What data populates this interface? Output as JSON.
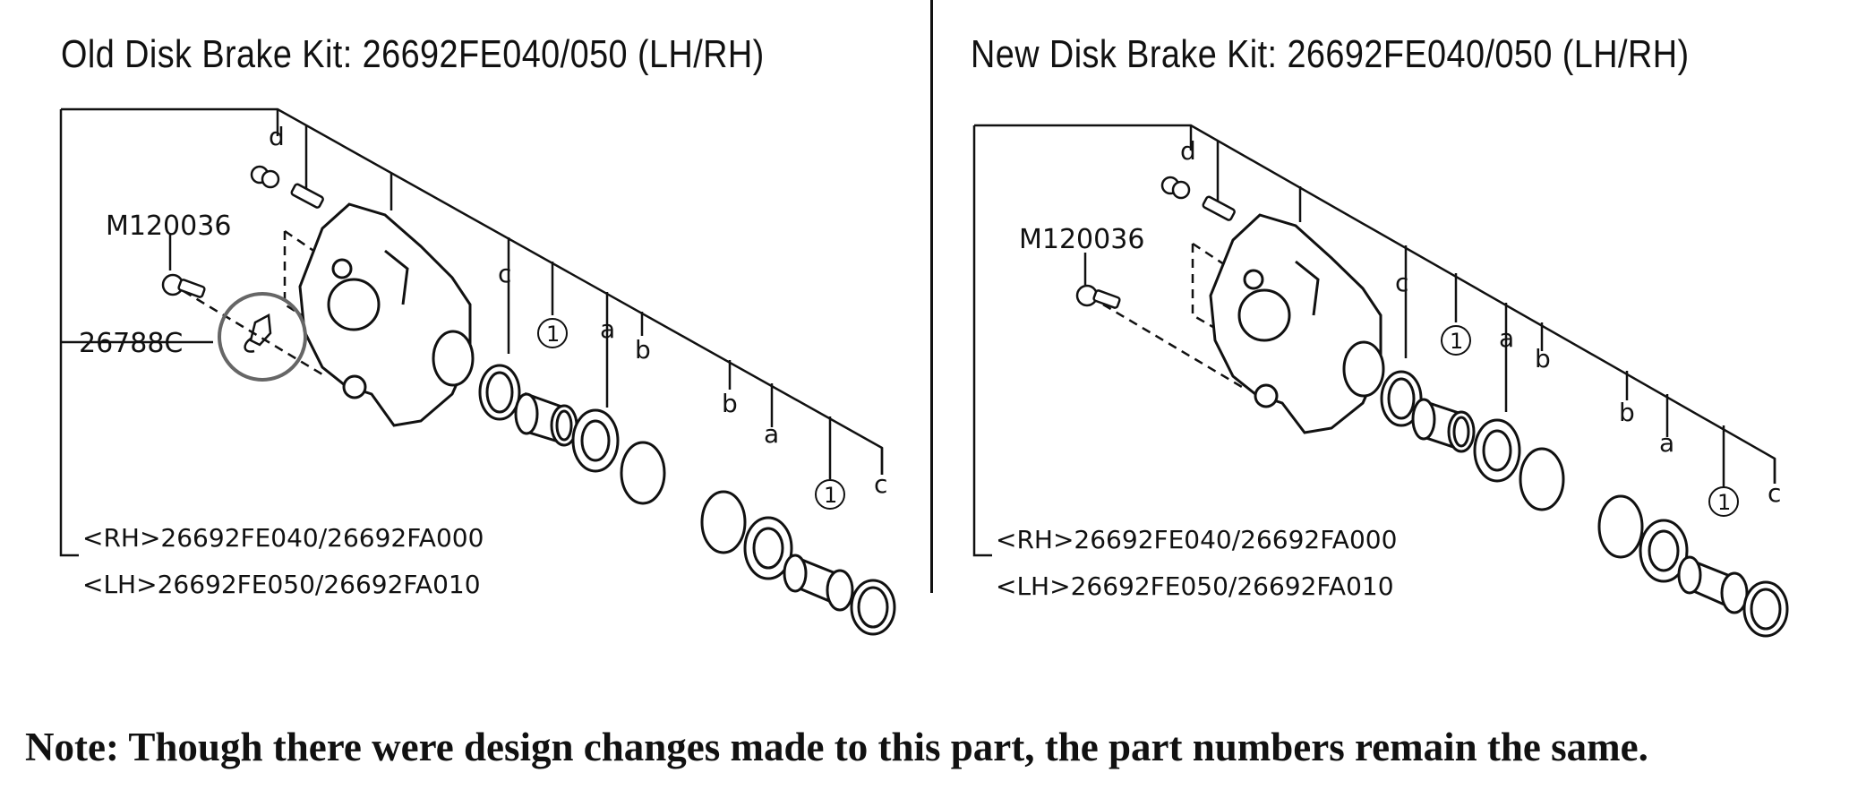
{
  "panels": [
    {
      "title": "Old Disk Brake Kit: 26692FE040/050 (LH/RH)",
      "labels": {
        "bolt": "M120036",
        "clip": "26788C",
        "rh": "<RH>26692FE040/26692FA000",
        "lh": "<LH>26692FE050/26692FA010",
        "d": "d",
        "c": "c",
        "a": "a",
        "b": "b",
        "one": "1"
      }
    },
    {
      "title": "New Disk Brake Kit: 26692FE040/050 (LH/RH)",
      "labels": {
        "bolt": "M120036",
        "rh": "<RH>26692FE040/26692FA000",
        "lh": "<LH>26692FE050/26692FA010",
        "d": "d",
        "c": "c",
        "a": "a",
        "b": "b",
        "one": "1"
      }
    }
  ],
  "note": "Note: Though there were design changes made to this part, the part numbers remain the same.",
  "colors": {
    "line": "#111111",
    "highlight": "#666666"
  }
}
